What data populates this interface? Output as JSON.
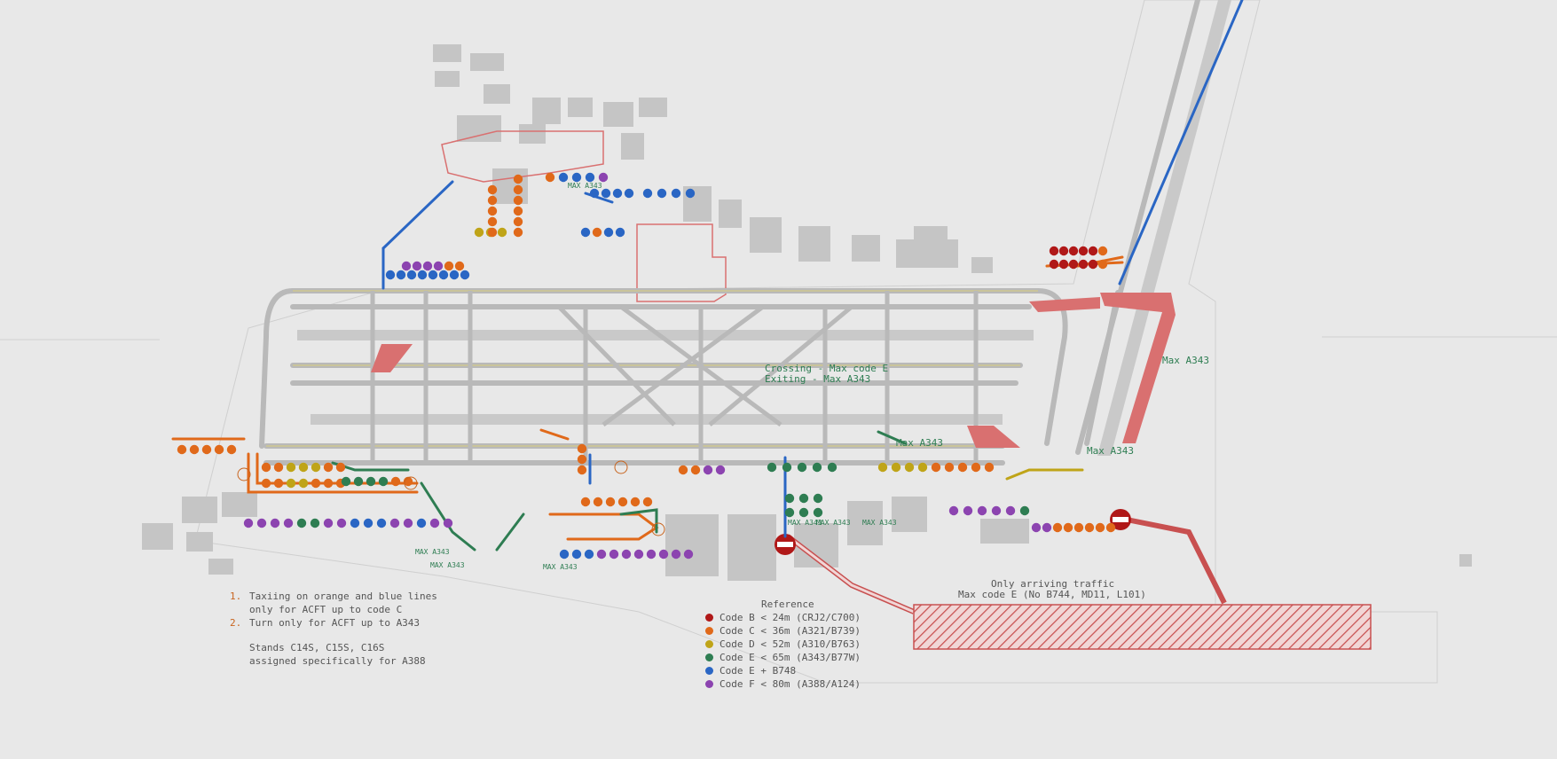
{
  "colors": {
    "background": "#e8e8e8",
    "taxiway": "#b9b9b9",
    "taxiway_line": "#d9cf7a",
    "building": "#c5c5c5",
    "restricted": "#d97070",
    "runway": "#c9c9c9",
    "code_b": "#b01818",
    "code_c": "#e0691a",
    "code_d": "#bfa418",
    "code_e": "#2e7d52",
    "code_e_b748": "#2a66c4",
    "code_f": "#8c44b0",
    "label_green": "#2e7d52",
    "label_orange": "#c8641e"
  },
  "map_labels": {
    "crossing": "Crossing - Max code E",
    "exiting": "Exiting - Max A343",
    "max_a343_label": "Max A343",
    "max_a343_small": "MAX A343",
    "only_arriving": "Only arriving traffic",
    "max_code_e": "Max code E (No B744, MD11, L101)"
  },
  "notes": [
    {
      "num": "1.",
      "lines": [
        "Taxiing on orange and blue lines",
        "only for ACFT up to code C"
      ]
    },
    {
      "num": "2.",
      "lines": [
        "Turn only for ACFT up to A343"
      ]
    }
  ],
  "stands_note": [
    "Stands C14S, C15S, C16S",
    "assigned specifically for A388"
  ],
  "legend": {
    "title": "Reference",
    "items": [
      {
        "label": "Code B < 24m (CRJ2/C700)",
        "color": "#b01818"
      },
      {
        "label": "Code C < 36m (A321/B739)",
        "color": "#e0691a"
      },
      {
        "label": "Code D < 52m (A310/B763)",
        "color": "#bfa418"
      },
      {
        "label": "Code E < 65m (A343/B77W)",
        "color": "#2e7d52"
      },
      {
        "label": "Code E + B748",
        "color": "#2a66c4"
      },
      {
        "label": "Code F < 80m (A388/A124)",
        "color": "#8c44b0"
      }
    ]
  }
}
